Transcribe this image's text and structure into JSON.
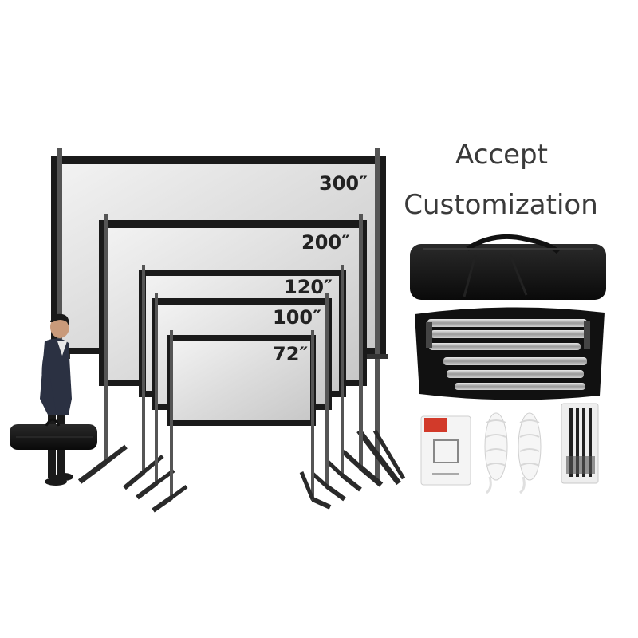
{
  "headline": {
    "line1": "Accept",
    "line2": "Customization"
  },
  "screens": [
    {
      "label": "300″"
    },
    {
      "label": "200″"
    },
    {
      "label": "120″"
    },
    {
      "label": "100″"
    },
    {
      "label": "72″"
    }
  ],
  "colors": {
    "frame": "#1a1a1a",
    "screen_surface": "#d9d9d9",
    "bag": "#111111",
    "text": "#3a3a3a"
  }
}
